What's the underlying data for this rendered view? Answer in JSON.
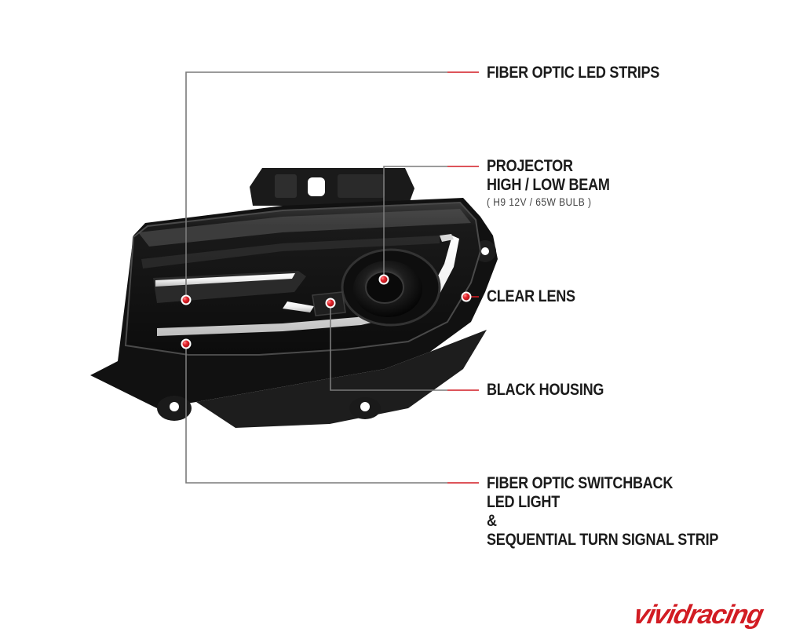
{
  "callouts": {
    "fiber_optic_strips": "FIBER OPTIC LED STRIPS",
    "projector": {
      "line1": "PROJECTOR",
      "line2": "HIGH / LOW BEAM",
      "spec": "( H9  12V / 65W  BULB )"
    },
    "clear_lens": "CLEAR LENS",
    "black_housing": "BLACK HOUSING",
    "switchback": {
      "line1": "FIBER OPTIC SWITCHBACK",
      "line2": "LED LIGHT",
      "line3": "&",
      "line4": "SEQUENTIAL TURN SIGNAL STRIP"
    }
  },
  "watermark": "vividracing",
  "colors": {
    "leader_line": "#777777",
    "accent_red": "#d21c23",
    "housing": "#151515"
  }
}
